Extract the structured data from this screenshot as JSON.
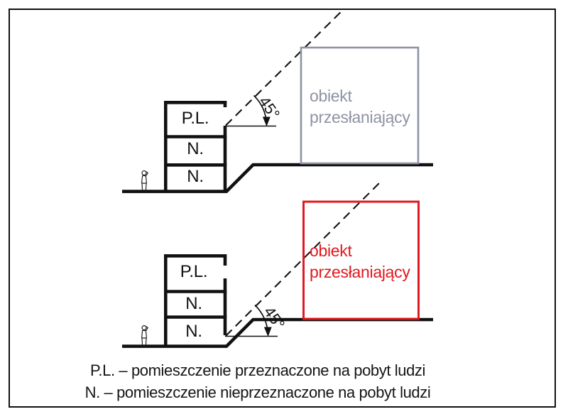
{
  "palette": {
    "line": "#111111",
    "compliant_object": "#8d93a3",
    "violation_object": "#e0191f"
  },
  "scenario_top": {
    "floor_labels": [
      "P.L.",
      "N.",
      "N."
    ],
    "angle_label": "45°",
    "object_label": "obiekt przesłaniający",
    "object_color": "#8d93a3"
  },
  "scenario_bottom": {
    "floor_labels": [
      "P.L.",
      "N.",
      "N."
    ],
    "angle_label": "45°",
    "object_label": "obiekt przesłaniający",
    "object_color": "#e0191f"
  },
  "legend": {
    "line1": "P.L. – pomieszczenie przeznaczone na pobyt ludzi",
    "line2": "N. – pomieszczenie nieprzeznaczone na pobyt ludzi"
  }
}
